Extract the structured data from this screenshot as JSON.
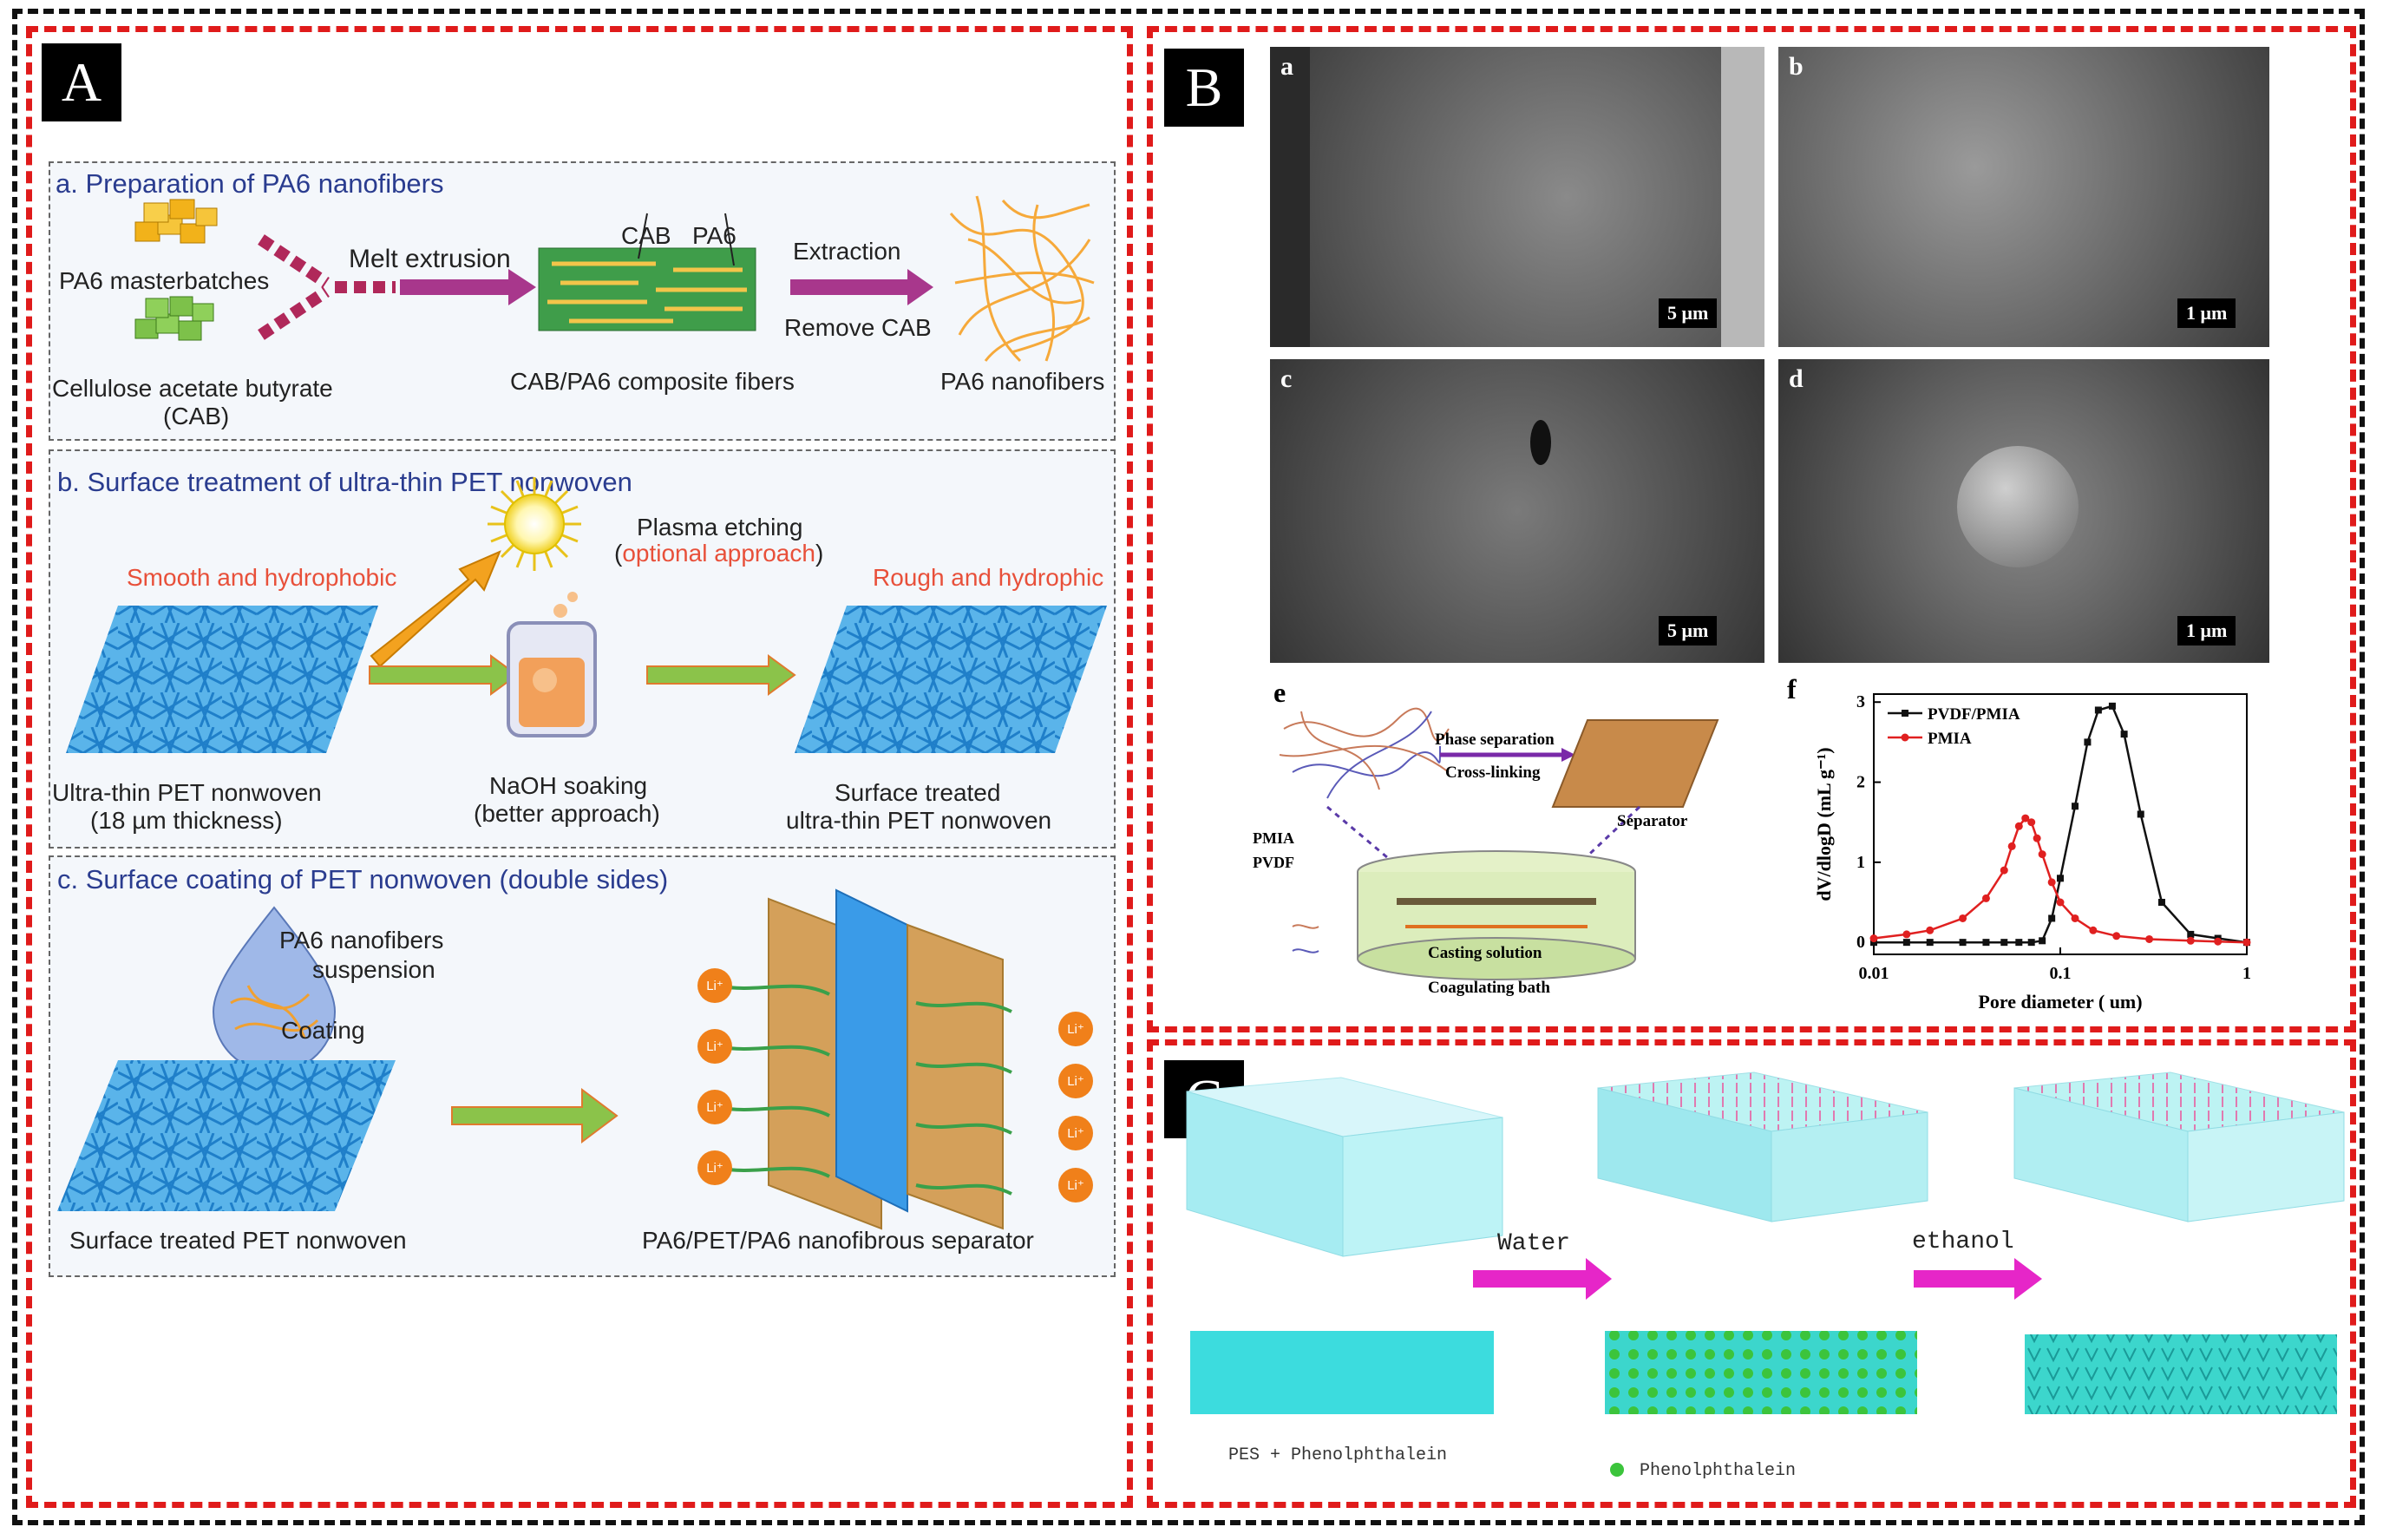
{
  "panel_a": {
    "tag": "A",
    "a": {
      "title": "a. Preparation of PA6 nanofibers",
      "pa6_masterbatches": "PA6 masterbatches",
      "cab_name": "Cellulose acetate butyrate",
      "cab_abbr": "(CAB)",
      "melt_extrusion": "Melt extrusion",
      "cab_label": "CAB",
      "pa6_label": "PA6",
      "composite": "CAB/PA6 composite fibers",
      "extraction": "Extraction",
      "remove_cab": "Remove CAB",
      "pa6_nanofibers": "PA6 nanofibers"
    },
    "b": {
      "title": "b. Surface treatment of ultra-thin PET nonwoven",
      "smooth": "Smooth and hydrophobic",
      "plasma": "Plasma etching",
      "optional": "optional approach",
      "rough": "Rough and hydrophic",
      "ultra_thin": "Ultra-thin PET nonwoven",
      "thickness": "(18 µm thickness)",
      "naoh": "NaOH soaking",
      "better": "(better approach)",
      "treated_1": "Surface treated",
      "treated_2": "ultra-thin PET nonwoven"
    },
    "c": {
      "title": "c. Surface coating of PET nonwoven (double sides)",
      "suspension_1": "PA6 nanofibers",
      "suspension_2": "suspension",
      "coating": "Coating",
      "treated_pet": "Surface treated PET nonwoven",
      "separator": "PA6/PET/PA6 nanofibrous separator",
      "li": "Li⁺"
    }
  },
  "panel_b": {
    "tag": "B",
    "images": [
      {
        "letter": "a",
        "scale": "5 μm"
      },
      {
        "letter": "b",
        "scale": "1 μm"
      },
      {
        "letter": "c",
        "scale": "5 μm"
      },
      {
        "letter": "d",
        "scale": "1 μm"
      }
    ],
    "e": {
      "letter": "e",
      "phase_sep": "Phase separation",
      "cross_link": "Cross-linking",
      "separator": "Separator",
      "pmia": "PMIA",
      "pvdf": "PVDF",
      "casting": "Casting solution",
      "coag": "Coagulating bath"
    },
    "f_letter": "f"
  },
  "chart_data": {
    "type": "line",
    "xlabel": "Pore diameter ( um)",
    "ylabel": "dV/dlogD (mL g⁻¹)",
    "x_scale": "log",
    "xlim": [
      0.01,
      1
    ],
    "ylim": [
      -0.15,
      3.1
    ],
    "xticks": [
      "0.01",
      "0.1",
      "1"
    ],
    "yticks": [
      "0",
      "1",
      "2",
      "3"
    ],
    "legend_position": "top-left",
    "series": [
      {
        "name": "PVDF/PMIA",
        "color": "#111111",
        "marker": "square",
        "points": [
          [
            0.01,
            0
          ],
          [
            0.015,
            0
          ],
          [
            0.02,
            0
          ],
          [
            0.03,
            0
          ],
          [
            0.04,
            0
          ],
          [
            0.05,
            0
          ],
          [
            0.06,
            0
          ],
          [
            0.07,
            0
          ],
          [
            0.08,
            0.02
          ],
          [
            0.09,
            0.3
          ],
          [
            0.1,
            0.8
          ],
          [
            0.12,
            1.7
          ],
          [
            0.14,
            2.5
          ],
          [
            0.16,
            2.9
          ],
          [
            0.19,
            2.95
          ],
          [
            0.22,
            2.6
          ],
          [
            0.27,
            1.6
          ],
          [
            0.35,
            0.5
          ],
          [
            0.5,
            0.1
          ],
          [
            0.7,
            0.05
          ],
          [
            1.0,
            0
          ]
        ]
      },
      {
        "name": "PMIA",
        "color": "#e02020",
        "marker": "circle",
        "points": [
          [
            0.01,
            0.05
          ],
          [
            0.015,
            0.1
          ],
          [
            0.02,
            0.15
          ],
          [
            0.03,
            0.3
          ],
          [
            0.04,
            0.55
          ],
          [
            0.05,
            0.9
          ],
          [
            0.055,
            1.2
          ],
          [
            0.06,
            1.45
          ],
          [
            0.065,
            1.55
          ],
          [
            0.07,
            1.5
          ],
          [
            0.075,
            1.3
          ],
          [
            0.08,
            1.1
          ],
          [
            0.09,
            0.75
          ],
          [
            0.1,
            0.5
          ],
          [
            0.12,
            0.3
          ],
          [
            0.15,
            0.15
          ],
          [
            0.2,
            0.08
          ],
          [
            0.3,
            0.04
          ],
          [
            0.5,
            0.02
          ],
          [
            0.7,
            0.01
          ],
          [
            1.0,
            0
          ]
        ]
      }
    ]
  },
  "panel_c": {
    "tag": "C",
    "water": "Water",
    "ethanol": "ethanol",
    "pes_label": "PES + Phenolphthalein",
    "phenol_label": "Phenolphthalein"
  }
}
